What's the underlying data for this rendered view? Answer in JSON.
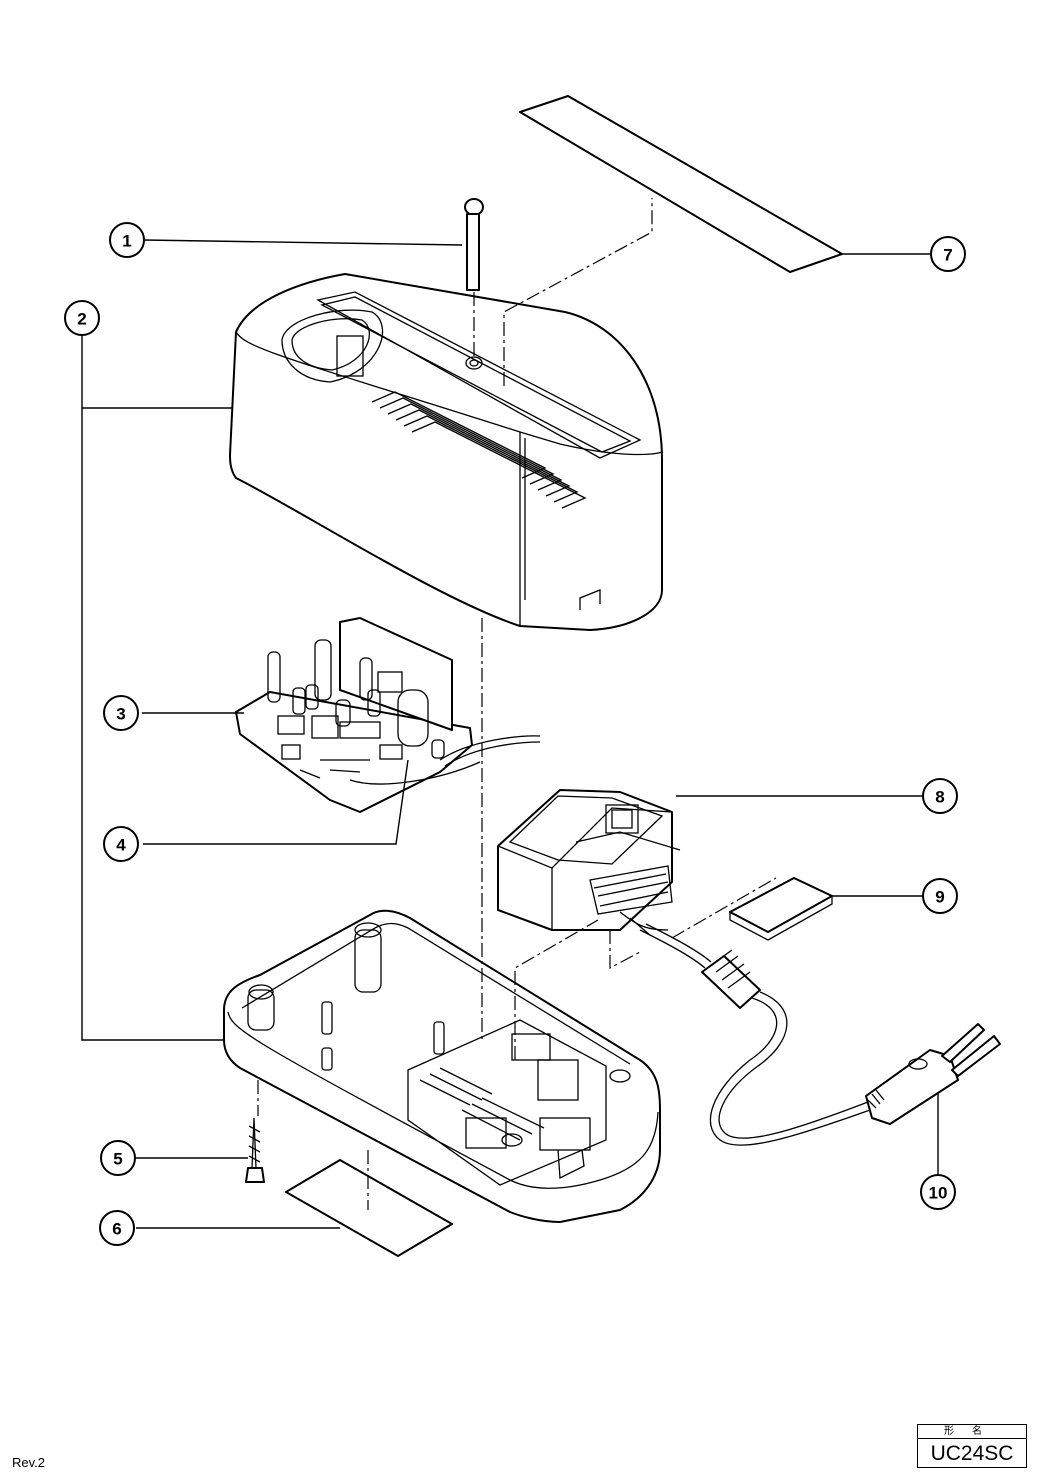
{
  "callouts": [
    {
      "label": "1"
    },
    {
      "label": "2"
    },
    {
      "label": "3"
    },
    {
      "label": "4"
    },
    {
      "label": "5"
    },
    {
      "label": "6"
    },
    {
      "label": "7"
    },
    {
      "label": "8"
    },
    {
      "label": "9"
    },
    {
      "label": "10"
    }
  ],
  "footer": {
    "revision": "Rev.2",
    "model_header": "形名",
    "model_name": "UC24SC"
  }
}
